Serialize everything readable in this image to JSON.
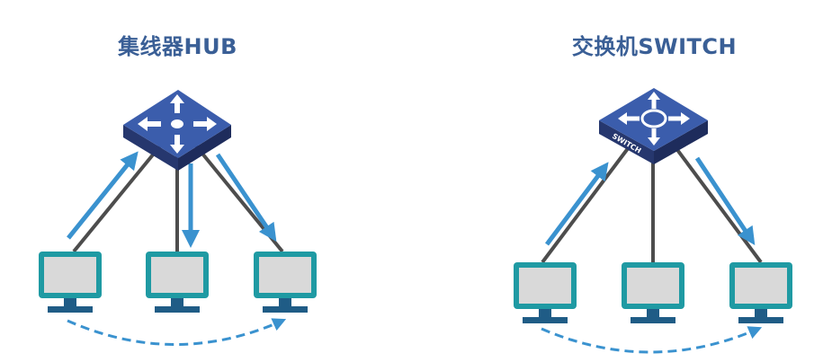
{
  "hub": {
    "title": "集线器HUB"
  },
  "switch": {
    "title": "交换机SWITCH",
    "device_label": "SWITCH"
  },
  "colors": {
    "title": "#3a5f96",
    "device_top": "#3b5dac",
    "device_side": "#26376e",
    "device_arrows": "#ffffff",
    "cable": "#4d4d4d",
    "flow_arrow": "#3a92cf",
    "monitor_frame": "#1f9aa3",
    "monitor_screen": "#d9d9d9",
    "monitor_base": "#1f5c86",
    "dashed_arc": "#3a92cf"
  },
  "icons": [
    "hub-icon",
    "switch-icon",
    "computer-icon",
    "up-arrow-icon",
    "down-arrow-icon",
    "dashed-arc-arrow-icon"
  ]
}
